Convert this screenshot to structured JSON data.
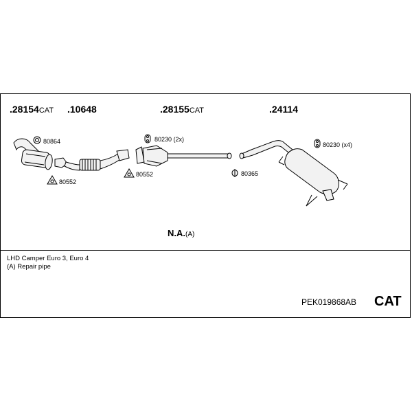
{
  "part_numbers": [
    {
      "number": ".28154",
      "suffix": "CAT"
    },
    {
      "number": ".10648",
      "suffix": ""
    },
    {
      "number": ".28155",
      "suffix": "CAT"
    },
    {
      "number": ".24114",
      "suffix": ""
    }
  ],
  "accessories": {
    "a1": "80864",
    "a2": "80552",
    "a3": "80230 (2x)",
    "a4": "80552",
    "a5": "80365",
    "a6": "80230 (x4)"
  },
  "note": {
    "text": "N.A.",
    "suffix": "(A)"
  },
  "info": {
    "line1": "LHD   Camper   Euro 3, Euro 4",
    "line2": "(A) Repair pipe"
  },
  "kit_code": "PEK019868AB",
  "kit_type": "CAT"
}
